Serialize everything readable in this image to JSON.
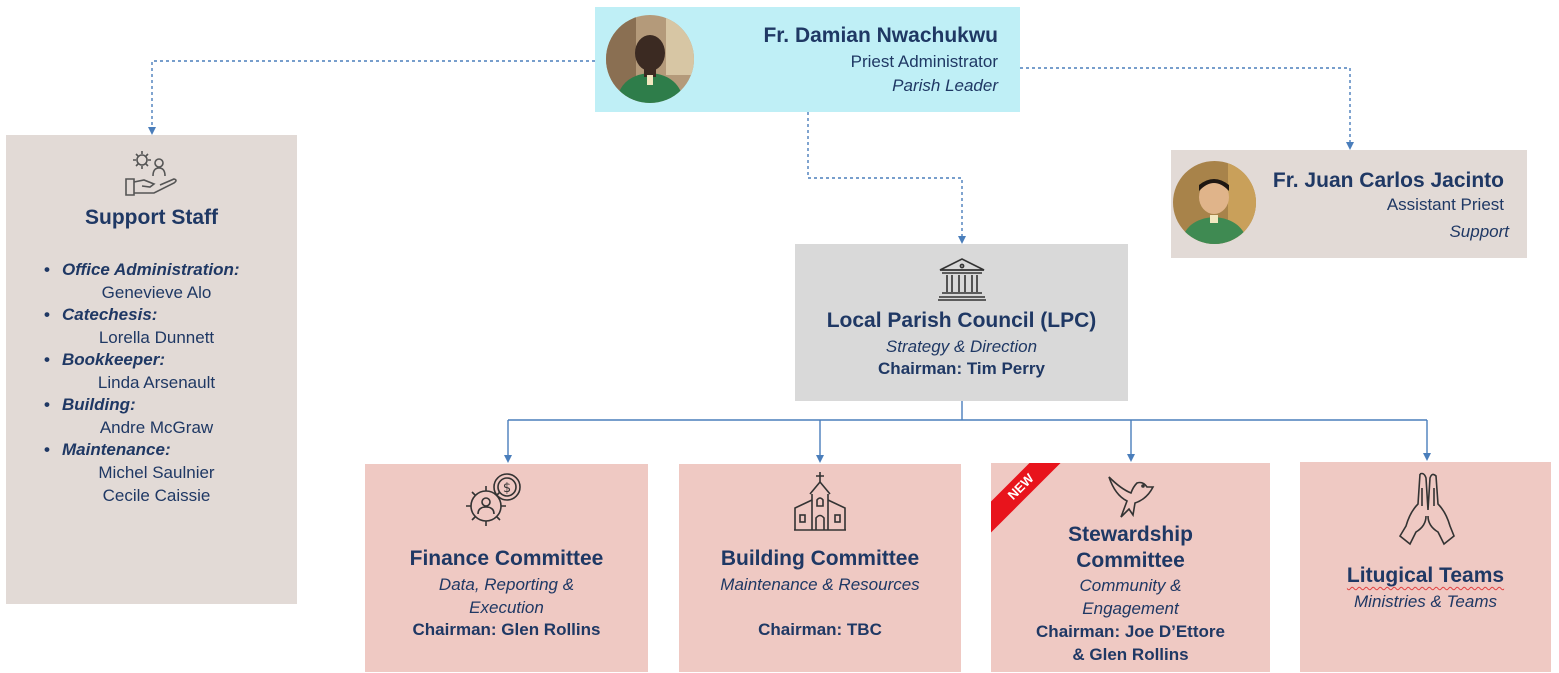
{
  "leader": {
    "name": "Fr. Damian Nwachukwu",
    "role": "Priest Administrator",
    "subrole": "Parish Leader"
  },
  "assistant": {
    "name": "Fr. Juan Carlos Jacinto",
    "role": "Assistant Priest",
    "subrole": "Support"
  },
  "support_staff": {
    "title": "Support Staff",
    "icon": "gear-hand-person-icon",
    "items": [
      {
        "category": "Office Administration:",
        "people": [
          "Genevieve Alo"
        ]
      },
      {
        "category": "Catechesis:",
        "people": [
          "Lorella Dunnett"
        ]
      },
      {
        "category": "Bookkeeper:",
        "people": [
          "Linda Arsenault"
        ]
      },
      {
        "category": "Building:",
        "people": [
          "Andre McGraw"
        ]
      },
      {
        "category": "Maintenance:",
        "people": [
          "Michel Saulnier",
          "Cecile Caissie"
        ]
      }
    ]
  },
  "council": {
    "title": "Local Parish Council (LPC)",
    "subtitle": "Strategy & Direction",
    "chairman": "Chairman: Tim Perry",
    "icon": "institution-building-icon"
  },
  "committees": {
    "finance": {
      "title": "Finance Committee",
      "subtitle_1": "Data, Reporting &",
      "subtitle_2": "Execution",
      "chairman": "Chairman: Glen Rollins",
      "icon": "gear-dollar-icon"
    },
    "building": {
      "title": "Building Committee",
      "subtitle": "Maintenance & Resources",
      "chairman": "Chairman: TBC",
      "icon": "church-icon"
    },
    "stewardship": {
      "badge": "NEW",
      "title_1": "Stewardship",
      "title_2": "Committee",
      "subtitle_1": "Community &",
      "subtitle_2": "Engagement",
      "chairman_1": "Chairman: Joe D’Ettore",
      "chairman_2": "& Glen Rollins",
      "icon": "dove-icon"
    },
    "liturgy": {
      "title": "Litugical Teams",
      "subtitle": "Ministries & Teams",
      "icon": "praying-hands-icon"
    }
  },
  "colors": {
    "leader_bg": "#bfeff6",
    "staff_bg": "#e2dad6",
    "council_bg": "#d9d9d9",
    "committee_bg": "#efc9c3",
    "connector": "#4a7ebb",
    "text": "#1f3864",
    "badge": "#e8141c"
  }
}
